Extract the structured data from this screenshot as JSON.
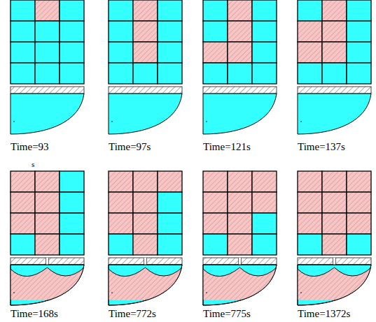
{
  "diagram": {
    "labels": [
      "Time=93",
      "Time=97s",
      "Time=121s",
      "Time=137s",
      "Time=168s",
      "Time=772s",
      "Time=775s",
      "Time=1372s",
      "s"
    ]
  }
}
